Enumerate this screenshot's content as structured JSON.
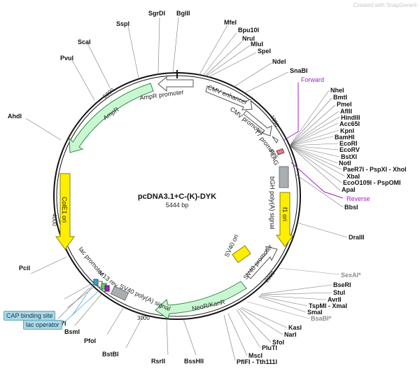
{
  "watermark": "Created with SnapGene®",
  "title": "pcDNA3.1+C-(K)-DYK",
  "length_label": "5444 bp",
  "ticks": [
    "1000",
    "2000",
    "3000",
    "4000",
    "5000"
  ],
  "boxed_labels": [
    "CAP binding site",
    "lac operator"
  ],
  "primers": [
    "Forward",
    "Reverse"
  ],
  "enzymes_right_cluster": [
    "NheI",
    "BmtI",
    "PmeI",
    "AflII",
    "HindIII",
    "Acc65I",
    "KpnI",
    "BamHI",
    "EcoRI",
    "EcoRV",
    "BstXI",
    "NotI",
    "PaeR7I - PspXI - XhoI",
    "XbaI",
    "EcoO109I - PspOMI",
    "ApaI"
  ],
  "enzymes_top": [
    "SspI",
    "SgrDI",
    "BglII",
    "MfeI",
    "Bpu10I",
    "NruI",
    "MluI",
    "SpeI",
    "NdeI",
    "SnaBI"
  ],
  "enzymes_left": [
    "ScaI",
    "PvuI",
    "AhdI",
    "PciI",
    "BstZ17I",
    "BsmI",
    "PfoI",
    "BstBI",
    "RsrII",
    "BssHII"
  ],
  "enzymes_right_other": [
    "BbsI",
    "DraIII"
  ],
  "enzymes_bottom_right": [
    "SexAI*",
    "BseRI",
    "StuI",
    "AvrII",
    "TspMI - XmaI",
    "SmaI",
    "BsaBI*",
    "KasI",
    "NarI",
    "SfoI",
    "PluTI",
    "MscI",
    "PflFI - Tth111I"
  ],
  "features": {
    "cmv_enhancer": "CMV enhancer",
    "cmv_promoter": "CMV promoter",
    "t7_promoter": "T7 promoter",
    "flag": "FLAG",
    "bgh": "bGH poly(A) signal",
    "f1_ori": "f1 ori",
    "sv40_ori": "SV40 ori",
    "sv40_promoter": "SV40 promoter",
    "neor": "NeoR/KanR",
    "sv40_polya": "SV40 poly(A) signal",
    "m13_rev": "M13 rev",
    "lac_promoter": "lac promoter",
    "cole1": "ColE1 ori",
    "ampr": "AmpR",
    "ampr_promoter": "AmpR promoter"
  }
}
